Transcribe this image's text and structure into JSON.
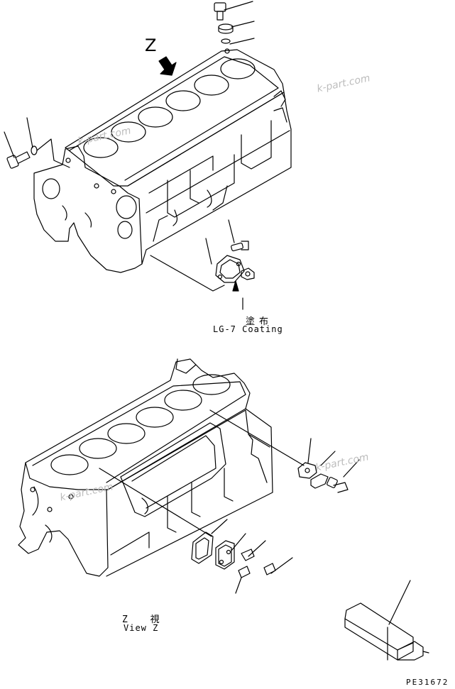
{
  "labels": {
    "z_marker": "Z",
    "coating_jp": "塗布",
    "coating_en": "LG-7 Coating",
    "view_jp": "Z 視",
    "view_en": "View Z",
    "part_code": "PE31672"
  },
  "watermarks": [
    "k-part.com",
    "k-part.com",
    "k-part.com",
    "k-part.com"
  ],
  "icons": [
    "arrow-icon"
  ]
}
